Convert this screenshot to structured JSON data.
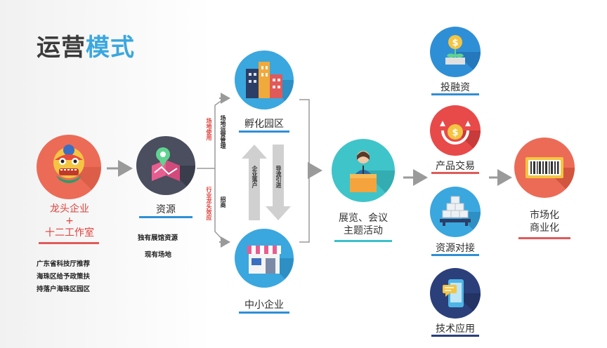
{
  "title": {
    "part1": "运营",
    "part2": "模式"
  },
  "lead": {
    "line1": "龙头企业",
    "line2": "+",
    "line3": "十二工作室",
    "notes": [
      "广东省科技厅推荐",
      "海珠区给予政策扶",
      "持落户海珠区园区"
    ]
  },
  "resources": {
    "label": "资源",
    "notes": [
      "独有展馆资源",
      "现有场地"
    ]
  },
  "side_labels": {
    "upper_red": "场地使用",
    "upper_dark": "场地运营管理",
    "lower_red": "行业龙头效应",
    "lower_dark": "招商"
  },
  "incubator": {
    "label": "孵化园区"
  },
  "sme": {
    "label": "中小企业"
  },
  "mid_arrows": {
    "up": "企业落户",
    "down": "导流引进"
  },
  "exhibition": {
    "line1": "展览、会议",
    "line2": "主题活动"
  },
  "services": [
    {
      "label": "投融资"
    },
    {
      "label": "产品交易"
    },
    {
      "label": "资源对接"
    },
    {
      "label": "技术应用"
    }
  ],
  "result": {
    "line1": "市场化",
    "line2": "商业化"
  },
  "colors": {
    "title_dark": "#3b3b3b",
    "title_blue": "#3aa7df",
    "lead_text": "#e0403a",
    "underline_red": "#e05a5a",
    "underline_teal": "#3bbfc9",
    "underline_blue": "#2f8fd6",
    "underline_navy": "#2b3f7a",
    "arrow_gray": "#9a9a9a"
  },
  "icons": [
    "lion-dance-icon",
    "map-pin-icon",
    "buildings-icon",
    "shop-icon",
    "presenter-icon",
    "coin-plant-icon",
    "coin-cycle-icon",
    "boxes-icon",
    "phone-chat-icon",
    "barcode-icon"
  ]
}
